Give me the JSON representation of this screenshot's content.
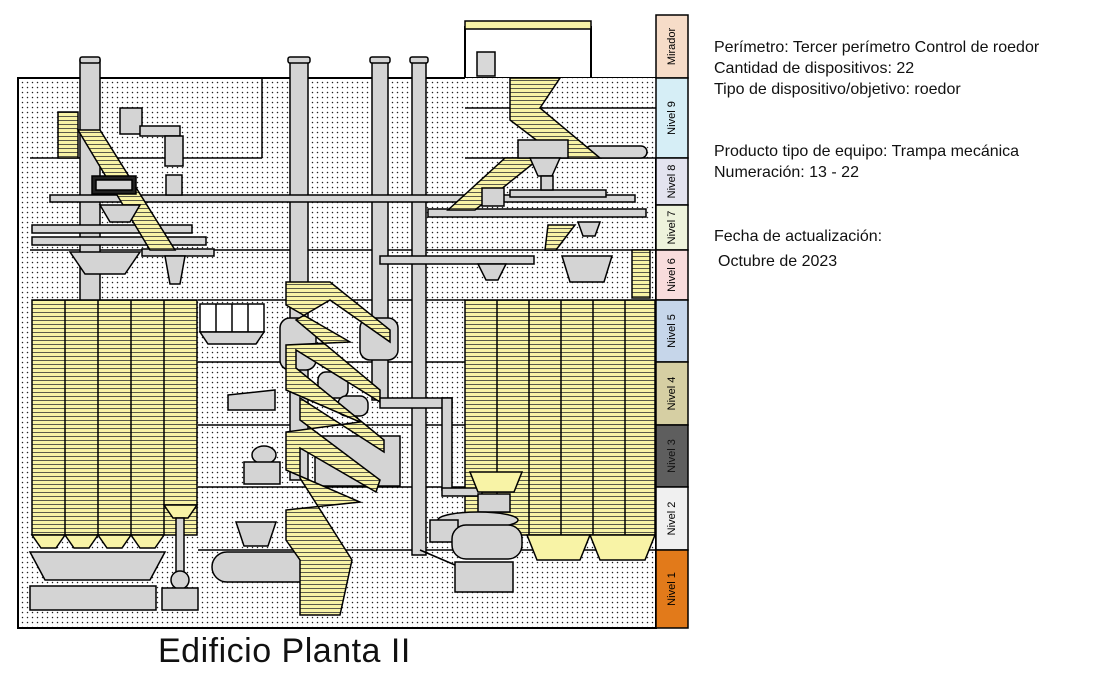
{
  "info": {
    "perimeter_label": "Perímetro:",
    "perimeter_value": "Tercer perímetro Control de roedor",
    "device_count_label": "Cantidad de dispositivos:",
    "device_count_value": "22",
    "device_type_label": "Tipo de dispositivo/objetivo:",
    "device_type_value": "roedor",
    "equipment_label": "Producto tipo de equipo:",
    "equipment_value": "Trampa mecánica",
    "numbering_label": "Numeración:",
    "numbering_value": "13 - 22",
    "update_label": "Fecha de actualización:",
    "update_value": "Octubre de 2023"
  },
  "caption": "Edificio Planta II",
  "levels": [
    {
      "label": "Mirador",
      "color": "#f6dcc8"
    },
    {
      "label": "Nivel 9",
      "color": "#d6eef6"
    },
    {
      "label": "Nivel 8",
      "color": "#e3e3ef"
    },
    {
      "label": "Nivel 7",
      "color": "#eef3dc"
    },
    {
      "label": "Nivel 6",
      "color": "#f8dcdc"
    },
    {
      "label": "Nivel 5",
      "color": "#c6d6ea"
    },
    {
      "label": "Nivel 4",
      "color": "#d6cfa3"
    },
    {
      "label": "Nivel 3",
      "color": "#5e5e5e"
    },
    {
      "label": "Nivel 2",
      "color": "#f0f0f0"
    },
    {
      "label": "Nivel 1",
      "color": "#e27a1a"
    }
  ]
}
